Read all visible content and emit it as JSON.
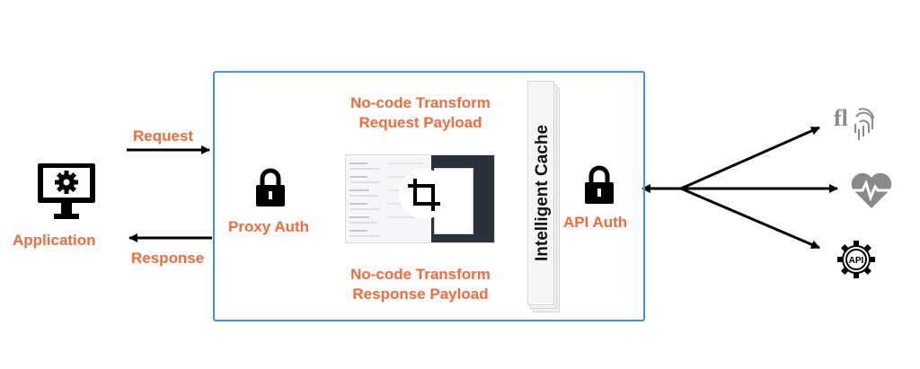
{
  "application": {
    "label": "Application",
    "icon": "monitor-gear-icon"
  },
  "flows": {
    "request_label": "Request",
    "response_label": "Response"
  },
  "proxy": {
    "auth_label": "Proxy Auth",
    "icon": "lock-icon"
  },
  "transform": {
    "request_line1": "No-code Transform",
    "request_line2": "Request Payload",
    "response_line1": "No-code Transform",
    "response_line2": "Response Payload",
    "preview_icon": "crop-icon"
  },
  "cache": {
    "label": "Intelligent Cache"
  },
  "api": {
    "auth_label": "API Auth",
    "icon": "lock-icon"
  },
  "targets": [
    {
      "icon": "fingerprint-icon",
      "text": "fl"
    },
    {
      "icon": "heartbeat-icon"
    },
    {
      "icon": "api-gear-icon",
      "text": "API"
    }
  ],
  "colors": {
    "accent": "#f26b3a",
    "box_border": "#4a90d9",
    "ink": "#000000",
    "target_icon": "#8a8a8a"
  }
}
